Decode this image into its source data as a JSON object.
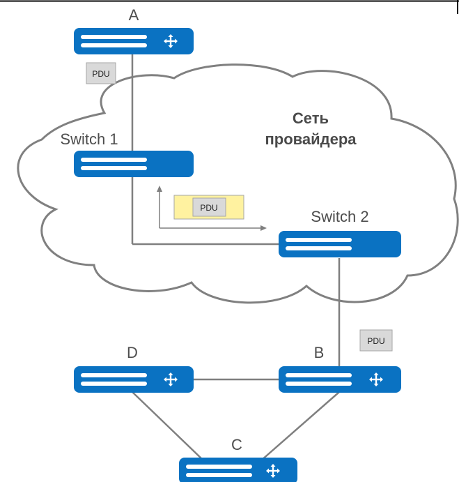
{
  "diagram": {
    "cloud_label_line1": "Сеть",
    "cloud_label_line2": "провайдера",
    "nodes": {
      "a": {
        "label": "A",
        "type": "router"
      },
      "switch1": {
        "label": "Switch 1",
        "type": "switch"
      },
      "switch2": {
        "label": "Switch 2",
        "type": "switch"
      },
      "b": {
        "label": "B",
        "type": "router"
      },
      "c": {
        "label": "C",
        "type": "router"
      },
      "d": {
        "label": "D",
        "type": "router"
      }
    },
    "pdu_labels": {
      "top": "PDU",
      "encapsulated": "PDU",
      "right": "PDU"
    },
    "links": [
      {
        "from": "A",
        "to": "Switch 1"
      },
      {
        "from": "Switch 1",
        "to": "Switch 2"
      },
      {
        "from": "Switch 2",
        "to": "B"
      },
      {
        "from": "D",
        "to": "B"
      },
      {
        "from": "D",
        "to": "C"
      },
      {
        "from": "B",
        "to": "C"
      }
    ],
    "colors": {
      "device": "#0a72c2",
      "line": "#7f7f7f",
      "cloud_stroke": "#808080",
      "pdu_fill": "#d9d9d9",
      "pdu_wrapper": "#fff2a0"
    }
  }
}
